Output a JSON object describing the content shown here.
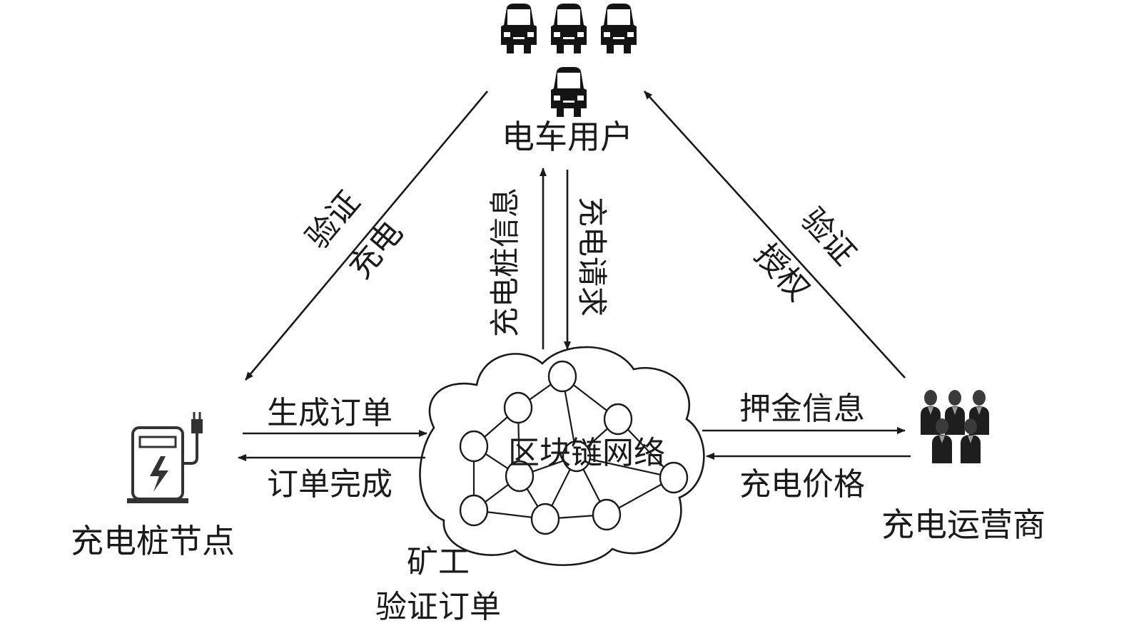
{
  "nodes": {
    "ev_users": "电车用户",
    "charging_pile": "充电桩节点",
    "operator": "充电运营商",
    "blockchain": "区块链网络",
    "miner_line1": "矿工",
    "miner_line2": "验证订单"
  },
  "edges": {
    "verify_charge_1": "验证",
    "verify_charge_2": "充电",
    "verify_auth_1": "验证",
    "verify_auth_2": "授权",
    "pile_info": "充电桩信息",
    "charge_request": "充电请求",
    "create_order": "生成订单",
    "order_done": "订单完成",
    "deposit_info": "押金信息",
    "charge_price": "充电价格"
  },
  "icons": {
    "car": "car-front-icon",
    "charger": "ev-charger-icon",
    "people": "people-group-icon"
  }
}
